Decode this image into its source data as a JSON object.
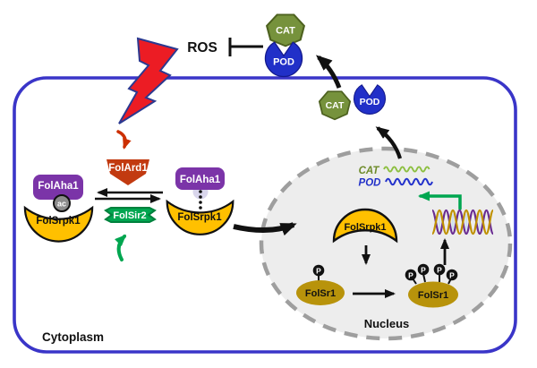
{
  "cell": {
    "cytoplasm_label": "Cytoplasm",
    "nucleus_label": "Nucleus"
  },
  "stimulus": {
    "ros_label": "ROS"
  },
  "antioxidants": {
    "cat_label": "CAT",
    "pod_label": "POD"
  },
  "proteins": {
    "folard1": "FolArd1",
    "folaha1": "FolAha1",
    "folsir2": "FolSir2",
    "folsrpk1": "FolSrpk1",
    "folsr1": "FolSr1",
    "acetyl_mark": "ac",
    "phospho_mark": "P"
  },
  "nucleus_content": {
    "cat_gene_label": "CAT",
    "pod_gene_label": "POD"
  },
  "colors": {
    "cell_border": "#3A35C8",
    "nucleus_fill": "#EDEDED",
    "nucleus_border": "#9E9E9E",
    "purple": "#7B34A8",
    "gold": "#FFC000",
    "dark_gold": "#B8930B",
    "brick": "#C23A10",
    "green": "#00A650",
    "olive": "#76923C",
    "pod_blue": "#2130C8",
    "bolt_red": "#EC1C24",
    "bolt_outline": "#2B3990",
    "ac_gray": "#8C8C8C",
    "arrow_black": "#111111"
  }
}
